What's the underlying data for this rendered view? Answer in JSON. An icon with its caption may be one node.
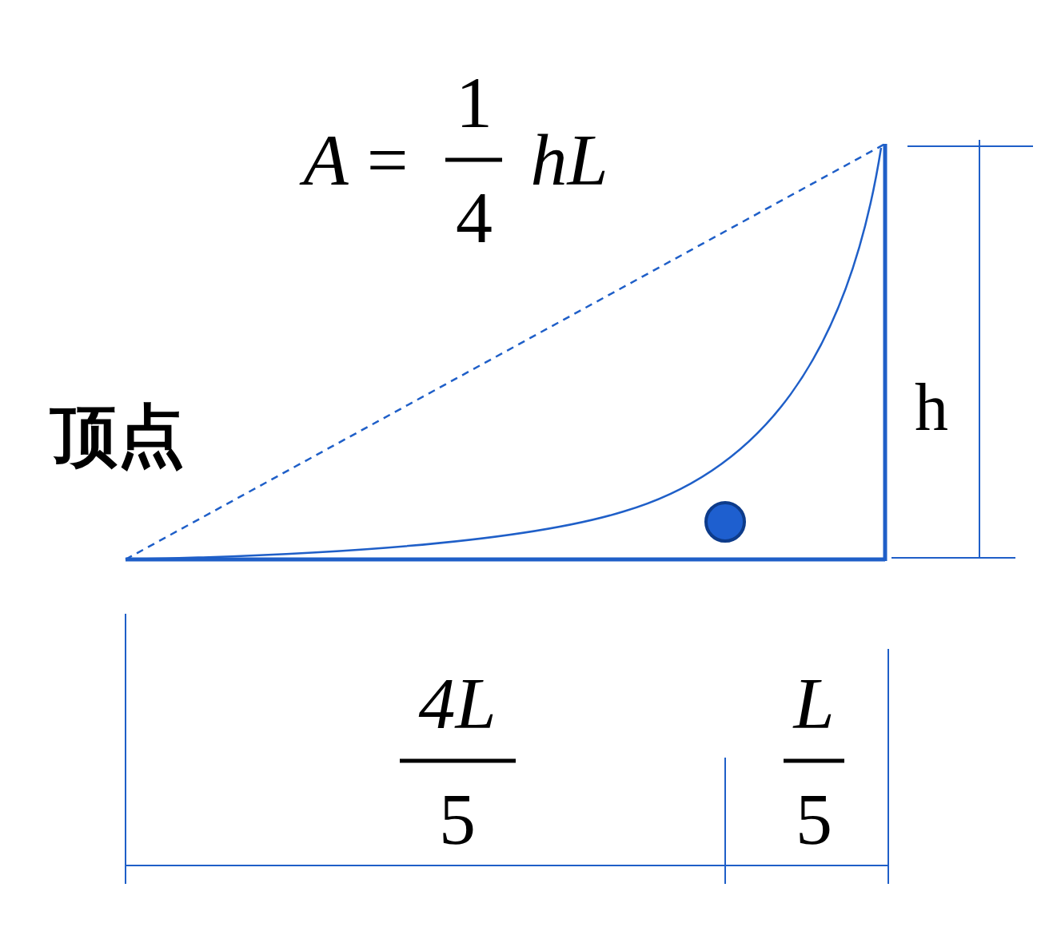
{
  "diagram": {
    "labels": [
      "*A* =",
      "1",
      "4",
      "hL",
      "顶点",
      "h",
      "4L",
      "5",
      "L",
      "5"
    ]
  }
}
